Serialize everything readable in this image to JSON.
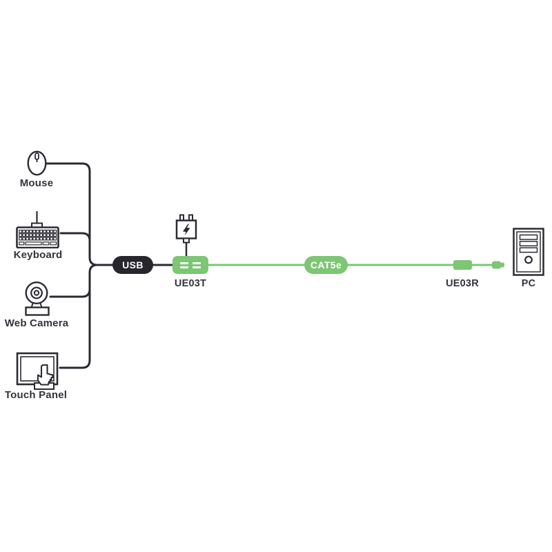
{
  "sources": [
    {
      "label": "Mouse"
    },
    {
      "label": "Keyboard"
    },
    {
      "label": "Web Camera"
    },
    {
      "label": "Touch Panel"
    }
  ],
  "hub": {
    "label": "USB"
  },
  "transmitter": {
    "label": "UE03T"
  },
  "link": {
    "label": "CAT5e"
  },
  "receiver": {
    "label": "UE03R"
  },
  "computer": {
    "label": "PC"
  },
  "colors": {
    "green": "#7cc674",
    "dark_line": "#2a2a32",
    "pill_dark": "#26262c",
    "label_text": "#33333b"
  }
}
